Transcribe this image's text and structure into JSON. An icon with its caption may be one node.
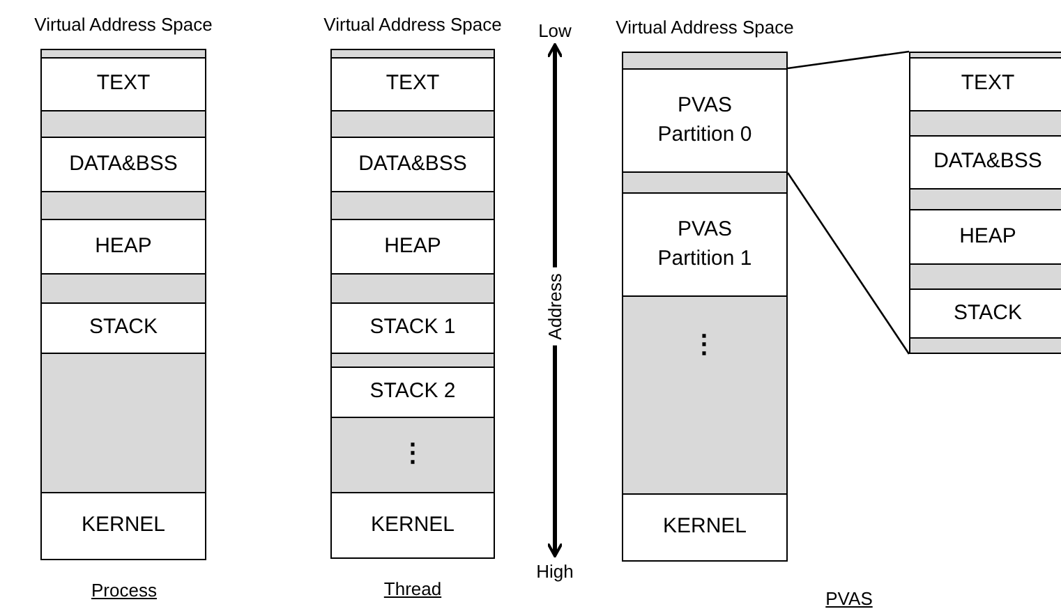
{
  "diagram": {
    "nodes": [
      {
        "text": [
          "Virtual Address Space"
        ],
        "beside": [
          "Process"
        ]
      },
      {
        "text": [
          "TEXT"
        ],
        "in": 0
      },
      {
        "text": [
          "DATA&BSS"
        ],
        "in": 0
      },
      {
        "text": [
          "HEAP"
        ],
        "in": 0
      },
      {
        "text": [
          "STACK"
        ],
        "in": 0
      },
      {
        "text": [
          "KERNEL"
        ],
        "in": 0
      },
      {
        "text": [
          "Virtual Address Space"
        ],
        "beside": [
          "Thread"
        ]
      },
      {
        "text": [
          "TEXT"
        ],
        "in": 6
      },
      {
        "text": [
          "DATA&BSS"
        ],
        "in": 6
      },
      {
        "text": [
          "HEAP"
        ],
        "in": 6
      },
      {
        "text": [
          "STACK 1"
        ],
        "in": 6
      },
      {
        "text": [
          "STACK 2"
        ],
        "in": 6
      },
      {
        "text": [
          "KERNEL"
        ],
        "in": 6
      },
      {
        "text": [
          "Virtual Address Space"
        ],
        "beside": [
          "PVAS"
        ]
      },
      {
        "text": [
          "PVAS Partition 0"
        ],
        "in": 13
      },
      {
        "text": [
          "PVAS Partition 1"
        ],
        "in": 13
      },
      {
        "text": [
          "KERNEL"
        ],
        "in": 13
      },
      {
        "text": [],
        "shape": "box"
      },
      {
        "text": [
          "TEXT"
        ],
        "in": 17
      },
      {
        "text": [
          "DATA&BSS"
        ],
        "in": 17
      },
      {
        "text": [
          "HEAP"
        ],
        "in": 17
      },
      {
        "text": [
          "STACK"
        ],
        "in": 17
      }
    ],
    "edges": [
      {
        "from": 14,
        "to": 17,
        "arrow": "none"
      },
      {
        "from": 14,
        "to": 17,
        "arrow": "none"
      }
    ],
    "labels": [
      "Low",
      "Address",
      "High",
      "⋮",
      "⋮"
    ]
  }
}
